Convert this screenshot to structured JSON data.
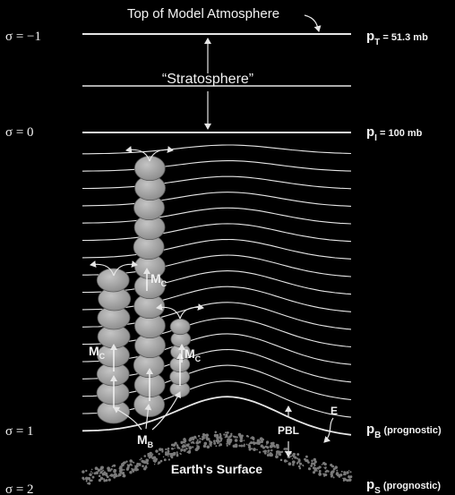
{
  "header": {
    "title": "Top of Model Atmosphere"
  },
  "layers": {
    "stratosphere": "“Stratosphere”"
  },
  "sigma": {
    "m1": "σ = −1",
    "zero": "σ = 0",
    "one": "σ = 1",
    "two": "σ = 2"
  },
  "pressures": {
    "pT": {
      "sym": "p",
      "sub": "T",
      "val": " = 51.3 mb"
    },
    "pI": {
      "sym": "p",
      "sub": "I",
      "val": " = 100 mb"
    },
    "pB": {
      "sym": "p",
      "sub": "B",
      "val": " (prognostic)"
    },
    "pS": {
      "sym": "p",
      "sub": "S",
      "val": " (prognostic)"
    }
  },
  "clouds": {
    "mb": {
      "sym": "M",
      "sub": "B"
    },
    "mc": {
      "sym": "M",
      "sub": "C"
    }
  },
  "pbl": "PBL",
  "entrainment": "E",
  "surface": "Earth's Surface",
  "colors": {
    "background": "#000000",
    "line": "#e6e6e6",
    "cloud": "#a9a9a9",
    "surface": "#6e6e6e"
  }
}
